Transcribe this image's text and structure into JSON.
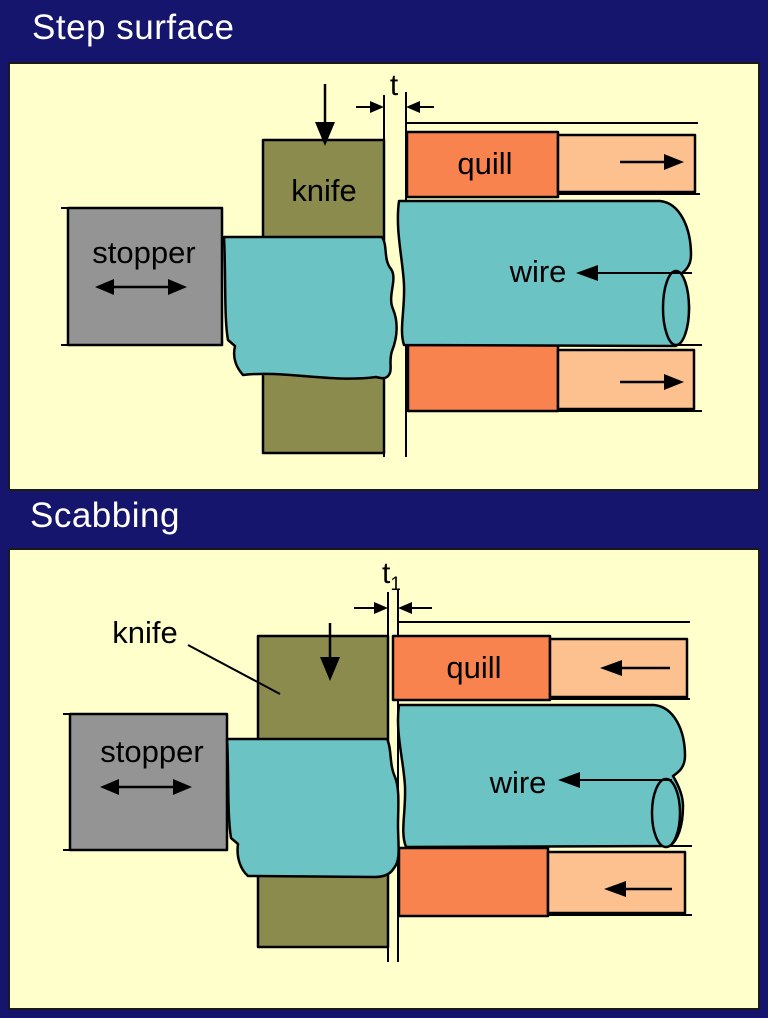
{
  "titles": {
    "panel1": "Step surface",
    "panel2": "Scabbing"
  },
  "colors": {
    "background": "#15156e",
    "panel": "#ffffcc",
    "knife": "#8b8b4e",
    "stopper": "#949494",
    "wire": "#6cc3c3",
    "quill": "#f9834f",
    "quill_sleeve": "#fcc18f",
    "outline": "#000000",
    "title_text": "#ffffff"
  },
  "panel1": {
    "title": "Step surface",
    "gap_label": "t",
    "labels": {
      "knife": "knife",
      "stopper": "stopper",
      "quill": "quill",
      "wire": "wire"
    }
  },
  "panel2": {
    "title": "Scabbing",
    "gap_label": "t",
    "gap_subscript": "1",
    "labels": {
      "knife": "knife",
      "stopper": "stopper",
      "quill": "quill",
      "wire": "wire"
    }
  }
}
